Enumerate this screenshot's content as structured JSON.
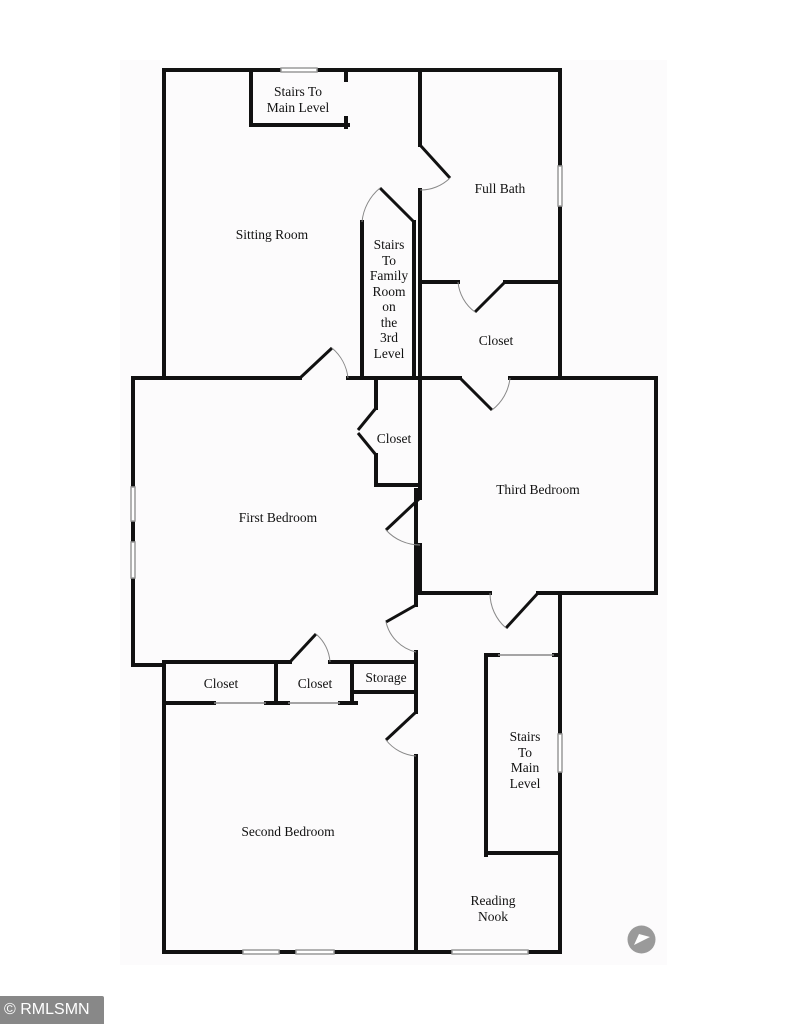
{
  "colors": {
    "wall": "#111111",
    "floor": "#fcfbfc",
    "page": "#ffffff",
    "door_arc": "#888888",
    "window": "#999999",
    "compass_bg": "#9a9a9a"
  },
  "icons": {
    "compass": "north-arrow-icon"
  },
  "rooms": {
    "stairs_to_main_upper": "Stairs To\nMain Level",
    "sitting_room": "Sitting Room",
    "full_bath": "Full Bath",
    "stairs_to_family_room": "Stairs\nTo\nFamily\nRoom\non\nthe\n3rd\nLevel",
    "closet_hall": "Closet",
    "closet_small": "Closet",
    "first_bedroom": "First Bedroom",
    "third_bedroom": "Third Bedroom",
    "closet_left": "Closet",
    "closet_middle": "Closet",
    "storage": "Storage",
    "stairs_to_main_lower": "Stairs\nTo\nMain\nLevel",
    "second_bedroom": "Second Bedroom",
    "reading_nook": "Reading\nNook"
  },
  "watermark": {
    "text": "© RMLSMN"
  }
}
